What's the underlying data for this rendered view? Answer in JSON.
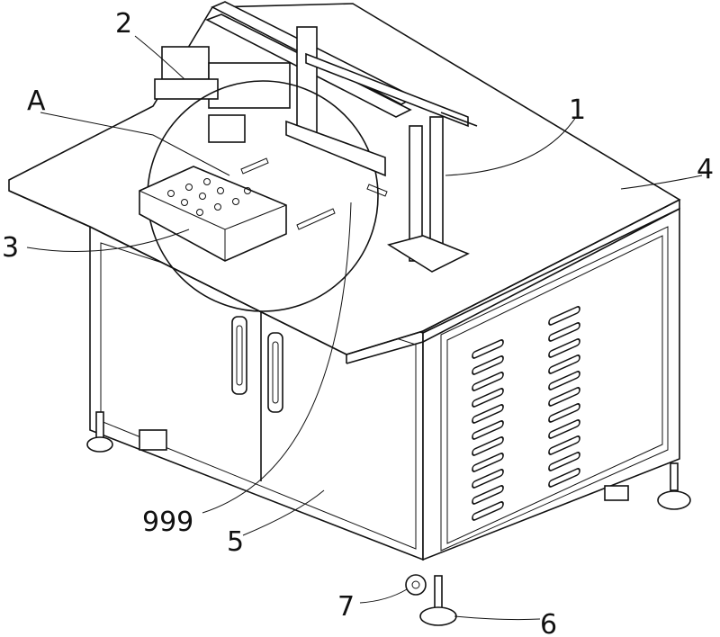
{
  "labels": {
    "gantry": "1",
    "motor": "2",
    "workpiece": "3",
    "table_top": "4",
    "cabinet": "5",
    "foot": "6",
    "caster": "7",
    "detail": "A",
    "detail_circle": "999"
  }
}
